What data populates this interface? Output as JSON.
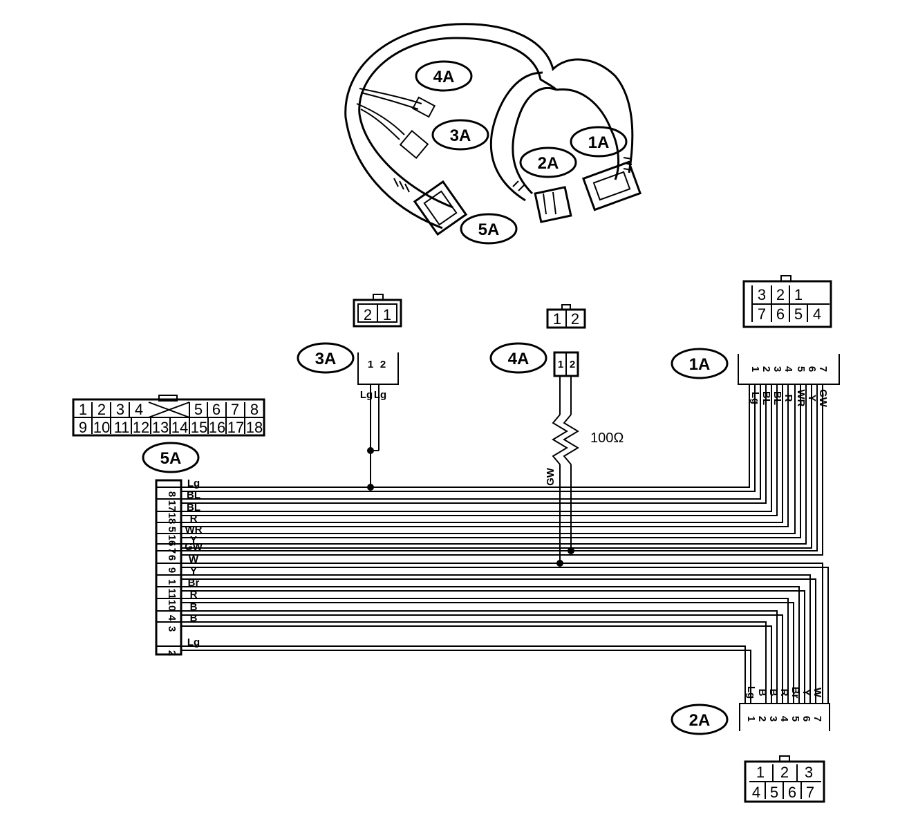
{
  "harness_labels": {
    "c4a": "4A",
    "c3a": "3A",
    "c1a": "1A",
    "c2a": "2A",
    "c5a": "5A"
  },
  "connectors": {
    "c3a": {
      "label": "3A",
      "pins": [
        "2",
        "1"
      ],
      "terminals": [
        "1",
        "2"
      ],
      "colors": [
        "Lg",
        "Lg"
      ]
    },
    "c4a": {
      "label": "4A",
      "pins": [
        "1",
        "2"
      ],
      "terminals": [
        "1",
        "2"
      ],
      "colors": [
        "GW"
      ]
    },
    "c1a": {
      "label": "1A",
      "pins_top": [
        "3",
        "2",
        "1"
      ],
      "pins_bottom": [
        "7",
        "6",
        "5",
        "4"
      ],
      "terminals": [
        "1",
        "2",
        "3",
        "4",
        "5",
        "6",
        "7"
      ],
      "colors": [
        "Lg",
        "BL",
        "BL",
        "R",
        "WR",
        "Y",
        "GW"
      ]
    },
    "c2a": {
      "label": "2A",
      "pins_top": [
        "1",
        "2",
        "3"
      ],
      "pins_bottom": [
        "4",
        "5",
        "6",
        "7"
      ],
      "terminals": [
        "1",
        "2",
        "3",
        "4",
        "5",
        "6",
        "7"
      ],
      "colors": [
        "Lg",
        "B",
        "B",
        "R",
        "Br",
        "Y",
        "W"
      ]
    },
    "c5a": {
      "label": "5A",
      "pins_top": [
        "1",
        "2",
        "3",
        "4",
        "5",
        "6",
        "7",
        "8"
      ],
      "pins_bottom": [
        "9",
        "10",
        "11",
        "12",
        "13",
        "14",
        "15",
        "16",
        "17",
        "18"
      ],
      "terminals": [
        "8",
        "17",
        "18",
        "5",
        "16",
        "7",
        "6",
        "9",
        "1",
        "11",
        "10",
        "4",
        "3",
        "2"
      ],
      "colors": [
        "Lg",
        "BL",
        "BL",
        "R",
        "WR",
        "Y",
        "GW",
        "W",
        "Y",
        "Br",
        "R",
        "B",
        "B",
        "Lg"
      ]
    }
  },
  "resistor": {
    "value": "100Ω"
  }
}
